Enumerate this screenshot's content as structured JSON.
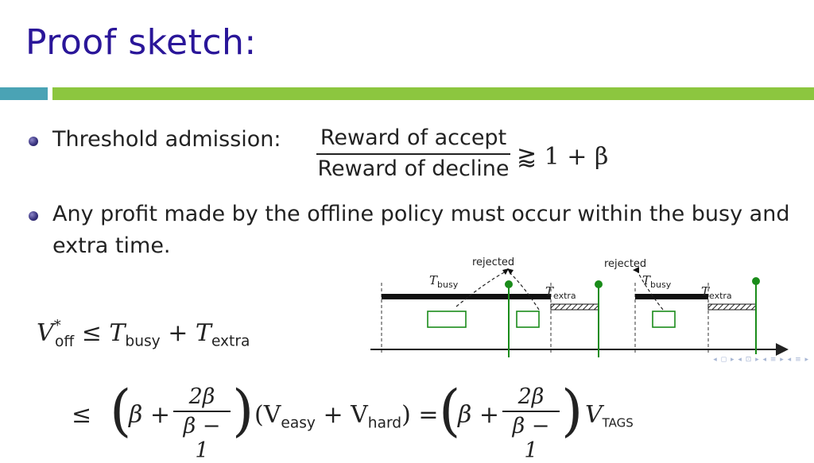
{
  "slide": {
    "title": "Proof sketch:",
    "bar_colors": {
      "teal": "#4aa3b5",
      "green": "#8cc63f"
    }
  },
  "bullets": [
    {
      "label": "Threshold admission:"
    },
    {
      "line1": "Any profit made by the offline policy must occur within the busy and",
      "line2": "extra time."
    }
  ],
  "threshold_formula": {
    "numerator": "Reward of accept",
    "denominator": "Reward of decline",
    "relation": "⪆ 1 + β"
  },
  "inequality1": {
    "lhs_var": "V",
    "lhs_sup": "*",
    "lhs_sub": "off",
    "rel": "≤",
    "t1": "T",
    "t1_sub": "busy",
    "plus": "+",
    "t2": "T",
    "t2_sub": "extra"
  },
  "inequality2": {
    "rel": "≤",
    "beta": "β",
    "plus": "+",
    "frac_num": "2β",
    "frac_den": "β − 1",
    "mid_open": "(V",
    "easy_sub": "easy",
    "mid_plus": " + V",
    "hard_sub": "hard",
    "mid_close": ") =",
    "rhs_var": "V",
    "rhs_sub": "TAGS"
  },
  "diagram": {
    "rejected_label": "rejected",
    "t_busy": "T",
    "t_busy_sub": "busy",
    "t_extra": "T",
    "t_extra_sub": "extra",
    "colors": {
      "accept": "#1a8c1a",
      "busy": "#111111"
    }
  },
  "nav": {
    "symbols": "◂ ◻ ▸ ◂ ⊡ ▸ ◂ ≡ ▸ ◂ ≡ ▸"
  }
}
